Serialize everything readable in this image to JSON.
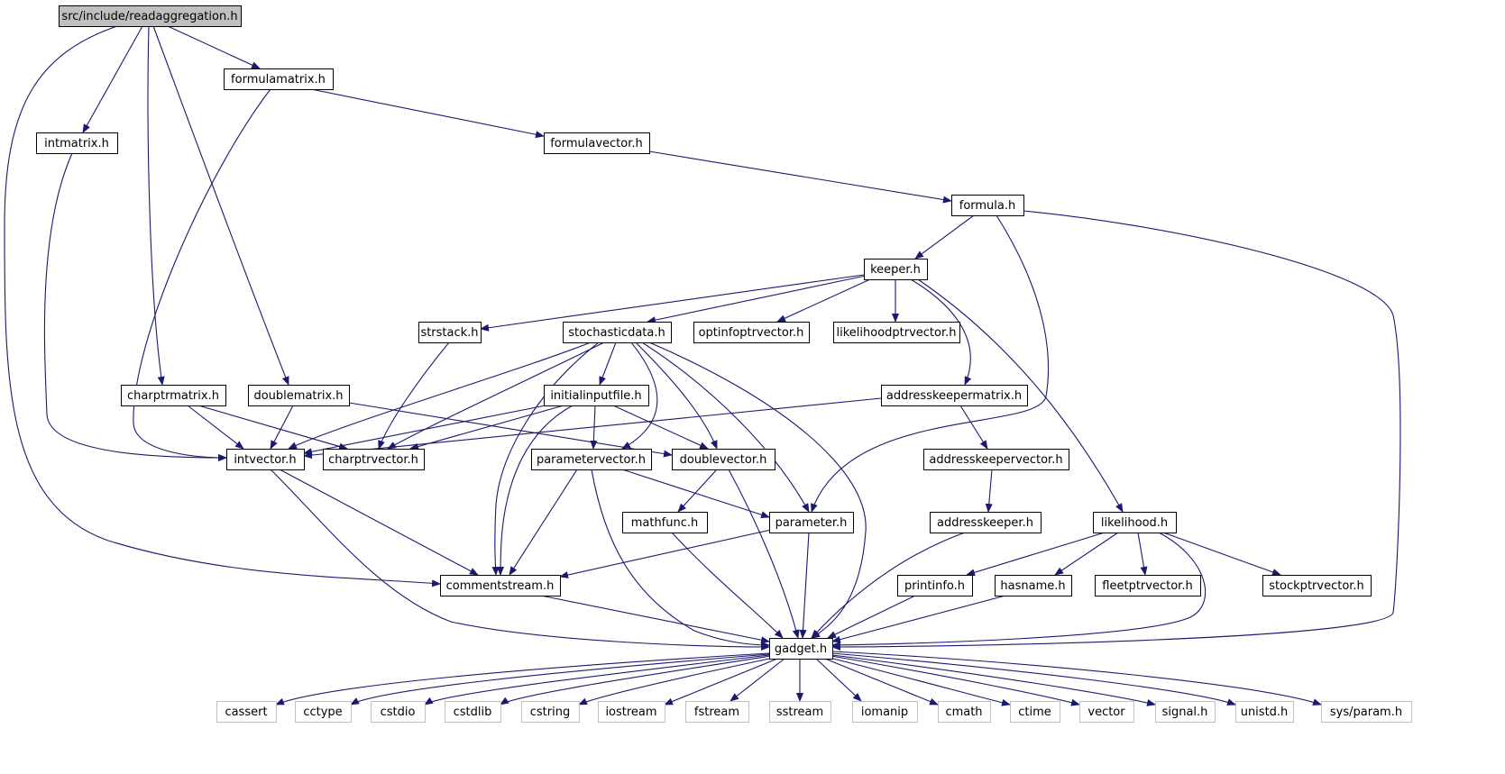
{
  "diagram": {
    "type": "include-dependency-graph",
    "colors": {
      "edge": "#191970",
      "root_fill": "#bfbfbf",
      "node_border": "#000000",
      "external_border": "#bfbfbf",
      "text": "#000000"
    },
    "nodes": [
      {
        "id": "readaggregation",
        "label": "src/include/readaggregation.h",
        "kind": "root"
      },
      {
        "id": "formulamatrix",
        "label": "formulamatrix.h",
        "kind": "file"
      },
      {
        "id": "intmatrix",
        "label": "intmatrix.h",
        "kind": "file"
      },
      {
        "id": "formulavector",
        "label": "formulavector.h",
        "kind": "file"
      },
      {
        "id": "formula",
        "label": "formula.h",
        "kind": "file"
      },
      {
        "id": "keeper",
        "label": "keeper.h",
        "kind": "file"
      },
      {
        "id": "strstack",
        "label": "strstack.h",
        "kind": "file"
      },
      {
        "id": "stochasticdata",
        "label": "stochasticdata.h",
        "kind": "file"
      },
      {
        "id": "optinfoptrvector",
        "label": "optinfoptrvector.h",
        "kind": "file"
      },
      {
        "id": "likelihoodptrvector",
        "label": "likelihoodptrvector.h",
        "kind": "file"
      },
      {
        "id": "charptrmatrix",
        "label": "charptrmatrix.h",
        "kind": "file"
      },
      {
        "id": "doublematrix",
        "label": "doublematrix.h",
        "kind": "file"
      },
      {
        "id": "initialinputfile",
        "label": "initialinputfile.h",
        "kind": "file"
      },
      {
        "id": "addresskeepermatrix",
        "label": "addresskeepermatrix.h",
        "kind": "file"
      },
      {
        "id": "intvector",
        "label": "intvector.h",
        "kind": "file"
      },
      {
        "id": "charptrvector",
        "label": "charptrvector.h",
        "kind": "file"
      },
      {
        "id": "parametervector",
        "label": "parametervector.h",
        "kind": "file"
      },
      {
        "id": "doublevector",
        "label": "doublevector.h",
        "kind": "file"
      },
      {
        "id": "addresskeepervector",
        "label": "addresskeepervector.h",
        "kind": "file"
      },
      {
        "id": "mathfunc",
        "label": "mathfunc.h",
        "kind": "file"
      },
      {
        "id": "parameter",
        "label": "parameter.h",
        "kind": "file"
      },
      {
        "id": "addresskeeper",
        "label": "addresskeeper.h",
        "kind": "file"
      },
      {
        "id": "likelihood",
        "label": "likelihood.h",
        "kind": "file"
      },
      {
        "id": "commentstream",
        "label": "commentstream.h",
        "kind": "file"
      },
      {
        "id": "printinfo",
        "label": "printinfo.h",
        "kind": "file"
      },
      {
        "id": "hasname",
        "label": "hasname.h",
        "kind": "file"
      },
      {
        "id": "fleetptrvector",
        "label": "fleetptrvector.h",
        "kind": "file"
      },
      {
        "id": "stockptrvector",
        "label": "stockptrvector.h",
        "kind": "file"
      },
      {
        "id": "gadget",
        "label": "gadget.h",
        "kind": "file"
      },
      {
        "id": "cassert",
        "label": "cassert",
        "kind": "external"
      },
      {
        "id": "cctype",
        "label": "cctype",
        "kind": "external"
      },
      {
        "id": "cstdio",
        "label": "cstdio",
        "kind": "external"
      },
      {
        "id": "cstdlib",
        "label": "cstdlib",
        "kind": "external"
      },
      {
        "id": "cstring",
        "label": "cstring",
        "kind": "external"
      },
      {
        "id": "iostream",
        "label": "iostream",
        "kind": "external"
      },
      {
        "id": "fstream",
        "label": "fstream",
        "kind": "external"
      },
      {
        "id": "sstream",
        "label": "sstream",
        "kind": "external"
      },
      {
        "id": "iomanip",
        "label": "iomanip",
        "kind": "external"
      },
      {
        "id": "cmath",
        "label": "cmath",
        "kind": "external"
      },
      {
        "id": "ctime",
        "label": "ctime",
        "kind": "external"
      },
      {
        "id": "vector",
        "label": "vector",
        "kind": "external"
      },
      {
        "id": "signal",
        "label": "signal.h",
        "kind": "external"
      },
      {
        "id": "unistd",
        "label": "unistd.h",
        "kind": "external"
      },
      {
        "id": "sysparam",
        "label": "sys/param.h",
        "kind": "external"
      }
    ],
    "edges": [
      [
        "readaggregation",
        "formulamatrix"
      ],
      [
        "readaggregation",
        "intmatrix"
      ],
      [
        "readaggregation",
        "charptrmatrix"
      ],
      [
        "readaggregation",
        "doublematrix"
      ],
      [
        "readaggregation",
        "commentstream"
      ],
      [
        "formulamatrix",
        "formulavector"
      ],
      [
        "formulamatrix",
        "intvector"
      ],
      [
        "intmatrix",
        "intvector"
      ],
      [
        "formulavector",
        "formula"
      ],
      [
        "formula",
        "keeper"
      ],
      [
        "formula",
        "parameter"
      ],
      [
        "formula",
        "gadget"
      ],
      [
        "keeper",
        "strstack"
      ],
      [
        "keeper",
        "stochasticdata"
      ],
      [
        "keeper",
        "optinfoptrvector"
      ],
      [
        "keeper",
        "likelihoodptrvector"
      ],
      [
        "keeper",
        "addresskeepermatrix"
      ],
      [
        "keeper",
        "likelihood"
      ],
      [
        "strstack",
        "charptrvector"
      ],
      [
        "stochasticdata",
        "intvector"
      ],
      [
        "stochasticdata",
        "charptrvector"
      ],
      [
        "stochasticdata",
        "initialinputfile"
      ],
      [
        "stochasticdata",
        "parametervector"
      ],
      [
        "stochasticdata",
        "doublevector"
      ],
      [
        "stochasticdata",
        "parameter"
      ],
      [
        "stochasticdata",
        "commentstream"
      ],
      [
        "stochasticdata",
        "gadget"
      ],
      [
        "charptrmatrix",
        "intvector"
      ],
      [
        "charptrmatrix",
        "charptrvector"
      ],
      [
        "doublematrix",
        "intvector"
      ],
      [
        "doublematrix",
        "doublevector"
      ],
      [
        "initialinputfile",
        "intvector"
      ],
      [
        "initialinputfile",
        "charptrvector"
      ],
      [
        "initialinputfile",
        "parametervector"
      ],
      [
        "initialinputfile",
        "doublevector"
      ],
      [
        "initialinputfile",
        "commentstream"
      ],
      [
        "addresskeepermatrix",
        "intvector"
      ],
      [
        "addresskeepermatrix",
        "addresskeepervector"
      ],
      [
        "intvector",
        "commentstream"
      ],
      [
        "intvector",
        "gadget"
      ],
      [
        "parametervector",
        "parameter"
      ],
      [
        "parametervector",
        "commentstream"
      ],
      [
        "parametervector",
        "gadget"
      ],
      [
        "doublevector",
        "mathfunc"
      ],
      [
        "doublevector",
        "gadget"
      ],
      [
        "addresskeepervector",
        "addresskeeper"
      ],
      [
        "mathfunc",
        "gadget"
      ],
      [
        "parameter",
        "commentstream"
      ],
      [
        "parameter",
        "gadget"
      ],
      [
        "addresskeeper",
        "gadget"
      ],
      [
        "likelihood",
        "printinfo"
      ],
      [
        "likelihood",
        "hasname"
      ],
      [
        "likelihood",
        "fleetptrvector"
      ],
      [
        "likelihood",
        "stockptrvector"
      ],
      [
        "likelihood",
        "gadget"
      ],
      [
        "commentstream",
        "gadget"
      ],
      [
        "printinfo",
        "gadget"
      ],
      [
        "hasname",
        "gadget"
      ],
      [
        "gadget",
        "cassert"
      ],
      [
        "gadget",
        "cctype"
      ],
      [
        "gadget",
        "cstdio"
      ],
      [
        "gadget",
        "cstdlib"
      ],
      [
        "gadget",
        "cstring"
      ],
      [
        "gadget",
        "iostream"
      ],
      [
        "gadget",
        "fstream"
      ],
      [
        "gadget",
        "sstream"
      ],
      [
        "gadget",
        "iomanip"
      ],
      [
        "gadget",
        "cmath"
      ],
      [
        "gadget",
        "ctime"
      ],
      [
        "gadget",
        "vector"
      ],
      [
        "gadget",
        "signal"
      ],
      [
        "gadget",
        "unistd"
      ],
      [
        "gadget",
        "sysparam"
      ]
    ]
  }
}
